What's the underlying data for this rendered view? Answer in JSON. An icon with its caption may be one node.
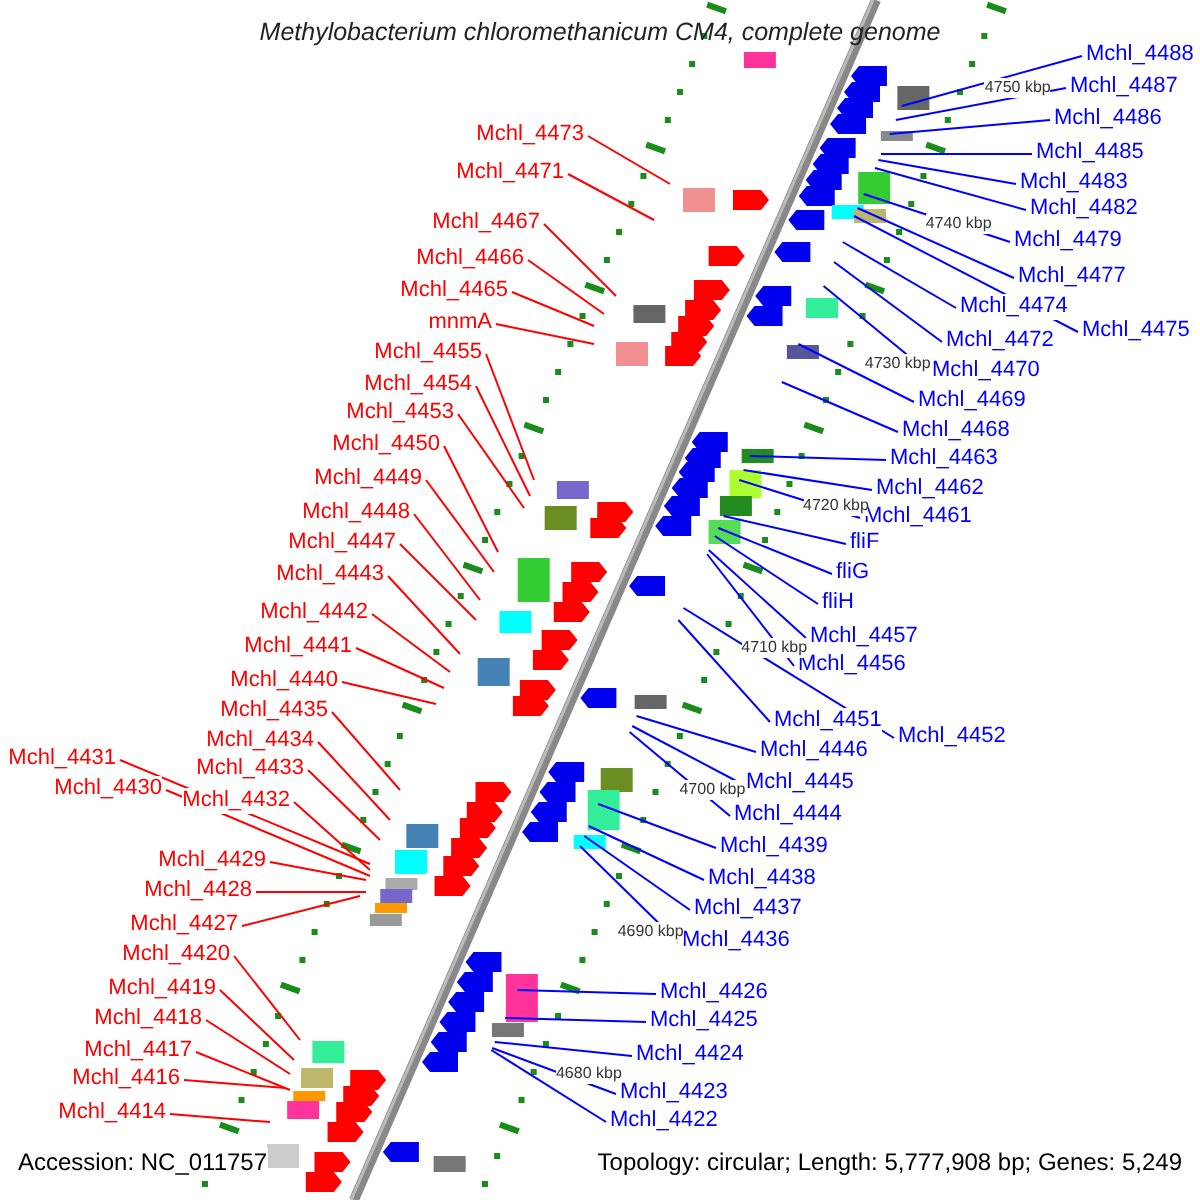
{
  "diagram": {
    "title": "Methylobacterium chloromethanicum CM4, complete genome",
    "nodes": [
      {
        "text": [
          "Mchl_4473"
        ]
      },
      {
        "text": [
          "Mchl_4471"
        ]
      },
      {
        "text": [
          "Mchl_4467"
        ]
      },
      {
        "text": [
          "Mchl_4466"
        ]
      },
      {
        "text": [
          "Mchl_4465"
        ]
      },
      {
        "text": [
          "mnmA"
        ]
      },
      {
        "text": [
          "Mchl_4455"
        ]
      },
      {
        "text": [
          "Mchl_4454"
        ]
      },
      {
        "text": [
          "Mchl_4453"
        ]
      },
      {
        "text": [
          "Mchl_4450"
        ]
      },
      {
        "text": [
          "Mchl_4449"
        ]
      },
      {
        "text": [
          "Mchl_4448"
        ]
      },
      {
        "text": [
          "Mchl_4447"
        ]
      },
      {
        "text": [
          "Mchl_4443"
        ]
      },
      {
        "text": [
          "Mchl_4442"
        ]
      },
      {
        "text": [
          "Mchl_4441"
        ]
      },
      {
        "text": [
          "Mchl_4440"
        ]
      },
      {
        "text": [
          "Mchl_4435"
        ]
      },
      {
        "text": [
          "Mchl_4434"
        ]
      },
      {
        "text": [
          "Mchl_4433"
        ]
      },
      {
        "text": [
          "Mchl_4431"
        ]
      },
      {
        "text": [
          "Mchl_4430"
        ]
      },
      {
        "text": [
          "Mchl_4432"
        ]
      },
      {
        "text": [
          "Mchl_4429"
        ]
      },
      {
        "text": [
          "Mchl_4428"
        ]
      },
      {
        "text": [
          "Mchl_4427"
        ]
      },
      {
        "text": [
          "Mchl_4420"
        ]
      },
      {
        "text": [
          "Mchl_4419"
        ]
      },
      {
        "text": [
          "Mchl_4418"
        ]
      },
      {
        "text": [
          "Mchl_4417"
        ]
      },
      {
        "text": [
          "Mchl_4416"
        ]
      },
      {
        "text": [
          "Mchl_4414"
        ]
      },
      {
        "text": [
          "Mchl_4488"
        ]
      },
      {
        "text": [
          "Mchl_4487"
        ]
      },
      {
        "text": [
          "Mchl_4486"
        ]
      },
      {
        "text": [
          "Mchl_4485"
        ]
      },
      {
        "text": [
          "Mchl_4483"
        ]
      },
      {
        "text": [
          "Mchl_4482"
        ]
      },
      {
        "text": [
          "Mchl_4479"
        ]
      },
      {
        "text": [
          "Mchl_4477"
        ]
      },
      {
        "text": [
          "Mchl_4474"
        ]
      },
      {
        "text": [
          "Mchl_4475"
        ]
      },
      {
        "text": [
          "Mchl_4472"
        ]
      },
      {
        "text": [
          "Mchl_4470"
        ]
      },
      {
        "text": [
          "Mchl_4469"
        ]
      },
      {
        "text": [
          "Mchl_4468"
        ]
      },
      {
        "text": [
          "Mchl_4463"
        ]
      },
      {
        "text": [
          "Mchl_4462"
        ]
      },
      {
        "text": [
          "Mchl_4461"
        ]
      },
      {
        "text": [
          "fliF"
        ]
      },
      {
        "text": [
          "fliG"
        ]
      },
      {
        "text": [
          "fliH"
        ]
      },
      {
        "text": [
          "Mchl_4457"
        ]
      },
      {
        "text": [
          "Mchl_4456"
        ]
      },
      {
        "text": [
          "Mchl_4451"
        ]
      },
      {
        "text": [
          "Mchl_4452"
        ]
      },
      {
        "text": [
          "Mchl_4446"
        ]
      },
      {
        "text": [
          "Mchl_4445"
        ]
      },
      {
        "text": [
          "Mchl_4444"
        ]
      },
      {
        "text": [
          "Mchl_4439"
        ]
      },
      {
        "text": [
          "Mchl_4438"
        ]
      },
      {
        "text": [
          "Mchl_4437"
        ]
      },
      {
        "text": [
          "Mchl_4436"
        ]
      },
      {
        "text": [
          "Mchl_4426"
        ]
      },
      {
        "text": [
          "Mchl_4425"
        ]
      },
      {
        "text": [
          "Mchl_4424"
        ]
      },
      {
        "text": [
          "Mchl_4423"
        ]
      },
      {
        "text": [
          "Mchl_4422"
        ]
      }
    ],
    "edges": [
      {
        "from": 0,
        "to": null,
        "arrow": "none",
        "color": "#ff0000"
      },
      {
        "from": 1,
        "to": null,
        "arrow": "none",
        "color": "#ff0000"
      },
      {
        "from": 2,
        "to": null,
        "arrow": "none",
        "color": "#ff0000"
      },
      {
        "from": 3,
        "to": null,
        "arrow": "none",
        "color": "#ff0000"
      },
      {
        "from": 4,
        "to": null,
        "arrow": "none",
        "color": "#ff0000"
      },
      {
        "from": 5,
        "to": null,
        "arrow": "none",
        "color": "#ff0000"
      },
      {
        "from": 6,
        "to": null,
        "arrow": "none",
        "color": "#ff0000"
      },
      {
        "from": 7,
        "to": null,
        "arrow": "none",
        "color": "#ff0000"
      },
      {
        "from": 8,
        "to": null,
        "arrow": "none",
        "color": "#ff0000"
      },
      {
        "from": 9,
        "to": null,
        "arrow": "none",
        "color": "#ff0000"
      },
      {
        "from": 10,
        "to": null,
        "arrow": "none",
        "color": "#ff0000"
      },
      {
        "from": 11,
        "to": null,
        "arrow": "none",
        "color": "#ff0000"
      },
      {
        "from": 12,
        "to": null,
        "arrow": "none",
        "color": "#ff0000"
      },
      {
        "from": 13,
        "to": null,
        "arrow": "none",
        "color": "#ff0000"
      },
      {
        "from": 14,
        "to": null,
        "arrow": "none",
        "color": "#ff0000"
      },
      {
        "from": 15,
        "to": null,
        "arrow": "none",
        "color": "#ff0000"
      },
      {
        "from": 16,
        "to": null,
        "arrow": "none",
        "color": "#ff0000"
      },
      {
        "from": 17,
        "to": null,
        "arrow": "none",
        "color": "#ff0000"
      },
      {
        "from": 18,
        "to": null,
        "arrow": "none",
        "color": "#ff0000"
      },
      {
        "from": 19,
        "to": null,
        "arrow": "none",
        "color": "#ff0000"
      },
      {
        "from": 20,
        "to": null,
        "arrow": "none",
        "color": "#ff0000"
      },
      {
        "from": 21,
        "to": null,
        "arrow": "none",
        "color": "#ff0000"
      },
      {
        "from": 22,
        "to": null,
        "arrow": "none",
        "color": "#ff0000"
      },
      {
        "from": 23,
        "to": null,
        "arrow": "none",
        "color": "#ff0000"
      },
      {
        "from": 24,
        "to": null,
        "arrow": "none",
        "color": "#ff0000"
      },
      {
        "from": 25,
        "to": null,
        "arrow": "none",
        "color": "#ff0000"
      },
      {
        "from": 26,
        "to": null,
        "arrow": "none",
        "color": "#ff0000"
      },
      {
        "from": 27,
        "to": null,
        "arrow": "none",
        "color": "#ff0000"
      },
      {
        "from": 28,
        "to": null,
        "arrow": "none",
        "color": "#ff0000"
      },
      {
        "from": 29,
        "to": null,
        "arrow": "none",
        "color": "#ff0000"
      },
      {
        "from": 30,
        "to": null,
        "arrow": "none",
        "color": "#ff0000"
      },
      {
        "from": 31,
        "to": null,
        "arrow": "none",
        "color": "#ff0000"
      },
      {
        "from": 32,
        "to": null,
        "arrow": "none"
      },
      {
        "from": 33,
        "to": null,
        "arrow": "none"
      },
      {
        "from": 34,
        "to": null,
        "arrow": "none"
      },
      {
        "from": 35,
        "to": null,
        "arrow": "none"
      },
      {
        "from": 36,
        "to": null,
        "arrow": "none"
      },
      {
        "from": 37,
        "to": null,
        "arrow": "none"
      },
      {
        "from": 38,
        "to": null,
        "arrow": "none"
      },
      {
        "from": 39,
        "to": null,
        "arrow": "none"
      },
      {
        "from": 40,
        "to": null,
        "arrow": "none"
      },
      {
        "from": 41,
        "to": null,
        "arrow": "none"
      },
      {
        "from": 42,
        "to": null,
        "arrow": "none"
      },
      {
        "from": 43,
        "to": null,
        "arrow": "none"
      },
      {
        "from": 44,
        "to": null,
        "arrow": "none"
      },
      {
        "from": 45,
        "to": null,
        "arrow": "none"
      },
      {
        "from": 46,
        "to": null,
        "arrow": "none"
      },
      {
        "from": 47,
        "to": null,
        "arrow": "none"
      },
      {
        "from": 48,
        "to": null,
        "arrow": "none"
      },
      {
        "from": 49,
        "to": null,
        "arrow": "none"
      },
      {
        "from": 50,
        "to": null,
        "arrow": "none"
      },
      {
        "from": 51,
        "to": null,
        "arrow": "none"
      },
      {
        "from": 52,
        "to": null,
        "arrow": "none"
      },
      {
        "from": 53,
        "to": null,
        "arrow": "none"
      },
      {
        "from": 54,
        "to": null,
        "arrow": "none"
      },
      {
        "from": 55,
        "to": null,
        "arrow": "none"
      },
      {
        "from": 56,
        "to": null,
        "arrow": "none"
      },
      {
        "from": 57,
        "to": null,
        "arrow": "none"
      },
      {
        "from": 58,
        "to": null,
        "arrow": "none"
      },
      {
        "from": 59,
        "to": null,
        "arrow": "none"
      },
      {
        "from": 60,
        "to": null,
        "arrow": "none"
      },
      {
        "from": 61,
        "to": null,
        "arrow": "none"
      },
      {
        "from": 62,
        "to": null,
        "arrow": "none"
      },
      {
        "from": 63,
        "to": null,
        "arrow": "none"
      },
      {
        "from": 64,
        "to": null,
        "arrow": "none"
      },
      {
        "from": 65,
        "to": null,
        "arrow": "none"
      },
      {
        "from": 66,
        "to": null,
        "arrow": "none"
      },
      {
        "from": 67,
        "to": null,
        "arrow": "none"
      }
    ],
    "labels": [
      "4750 kbp",
      "4740 kbp",
      "4730 kbp",
      "4720 kbp",
      "4710 kbp",
      "4700 kbp",
      "4690 kbp",
      "4680 kbp",
      "Accession: NC_011757",
      "Topology: circular; Length: 5,777,908 bp; Genes: 5,249"
    ]
  }
}
